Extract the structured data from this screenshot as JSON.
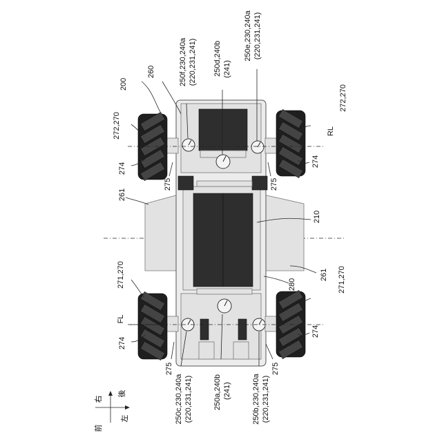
{
  "labels": {
    "ref_200": "200",
    "ref_260": "260",
    "ref_250f": "250f,230,240a",
    "ref_250f_sub": "(220,231,241)",
    "ref_250d": "250d,240b",
    "ref_250d_sub": "(241)",
    "ref_250e": "250e,230,240a",
    "ref_250e_sub": "(220,231,241)",
    "ref_272_left": "272,270",
    "ref_272_right": "272,270",
    "ref_rl": "RL",
    "ref_274_tl": "274",
    "ref_274_tr": "274",
    "ref_275_tl": "275",
    "ref_275_tr": "275",
    "ref_261_left": "261",
    "ref_261_right": "261",
    "ref_210": "210",
    "ref_271_left": "271,270",
    "ref_271_right": "271,270",
    "ref_280": "280",
    "ref_fl": "FL",
    "ref_274_bl": "274",
    "ref_274_br": "274",
    "ref_275_bl": "275",
    "ref_275_br": "275",
    "ref_250c": "250c,230,240a",
    "ref_250c_sub": "(220,231,241)",
    "ref_250a": "250a,240b",
    "ref_250a_sub": "(241)",
    "ref_250b": "250b,230,240a",
    "ref_250b_sub": "(220,231,241)"
  },
  "compass": {
    "right": "右",
    "rear": "後",
    "front": "前",
    "left": "左"
  },
  "colors": {
    "line": "#222222",
    "body_fill": "#ececec",
    "dark_fill": "#2e2e2e",
    "wheel_fill": "#1f1f1f"
  }
}
